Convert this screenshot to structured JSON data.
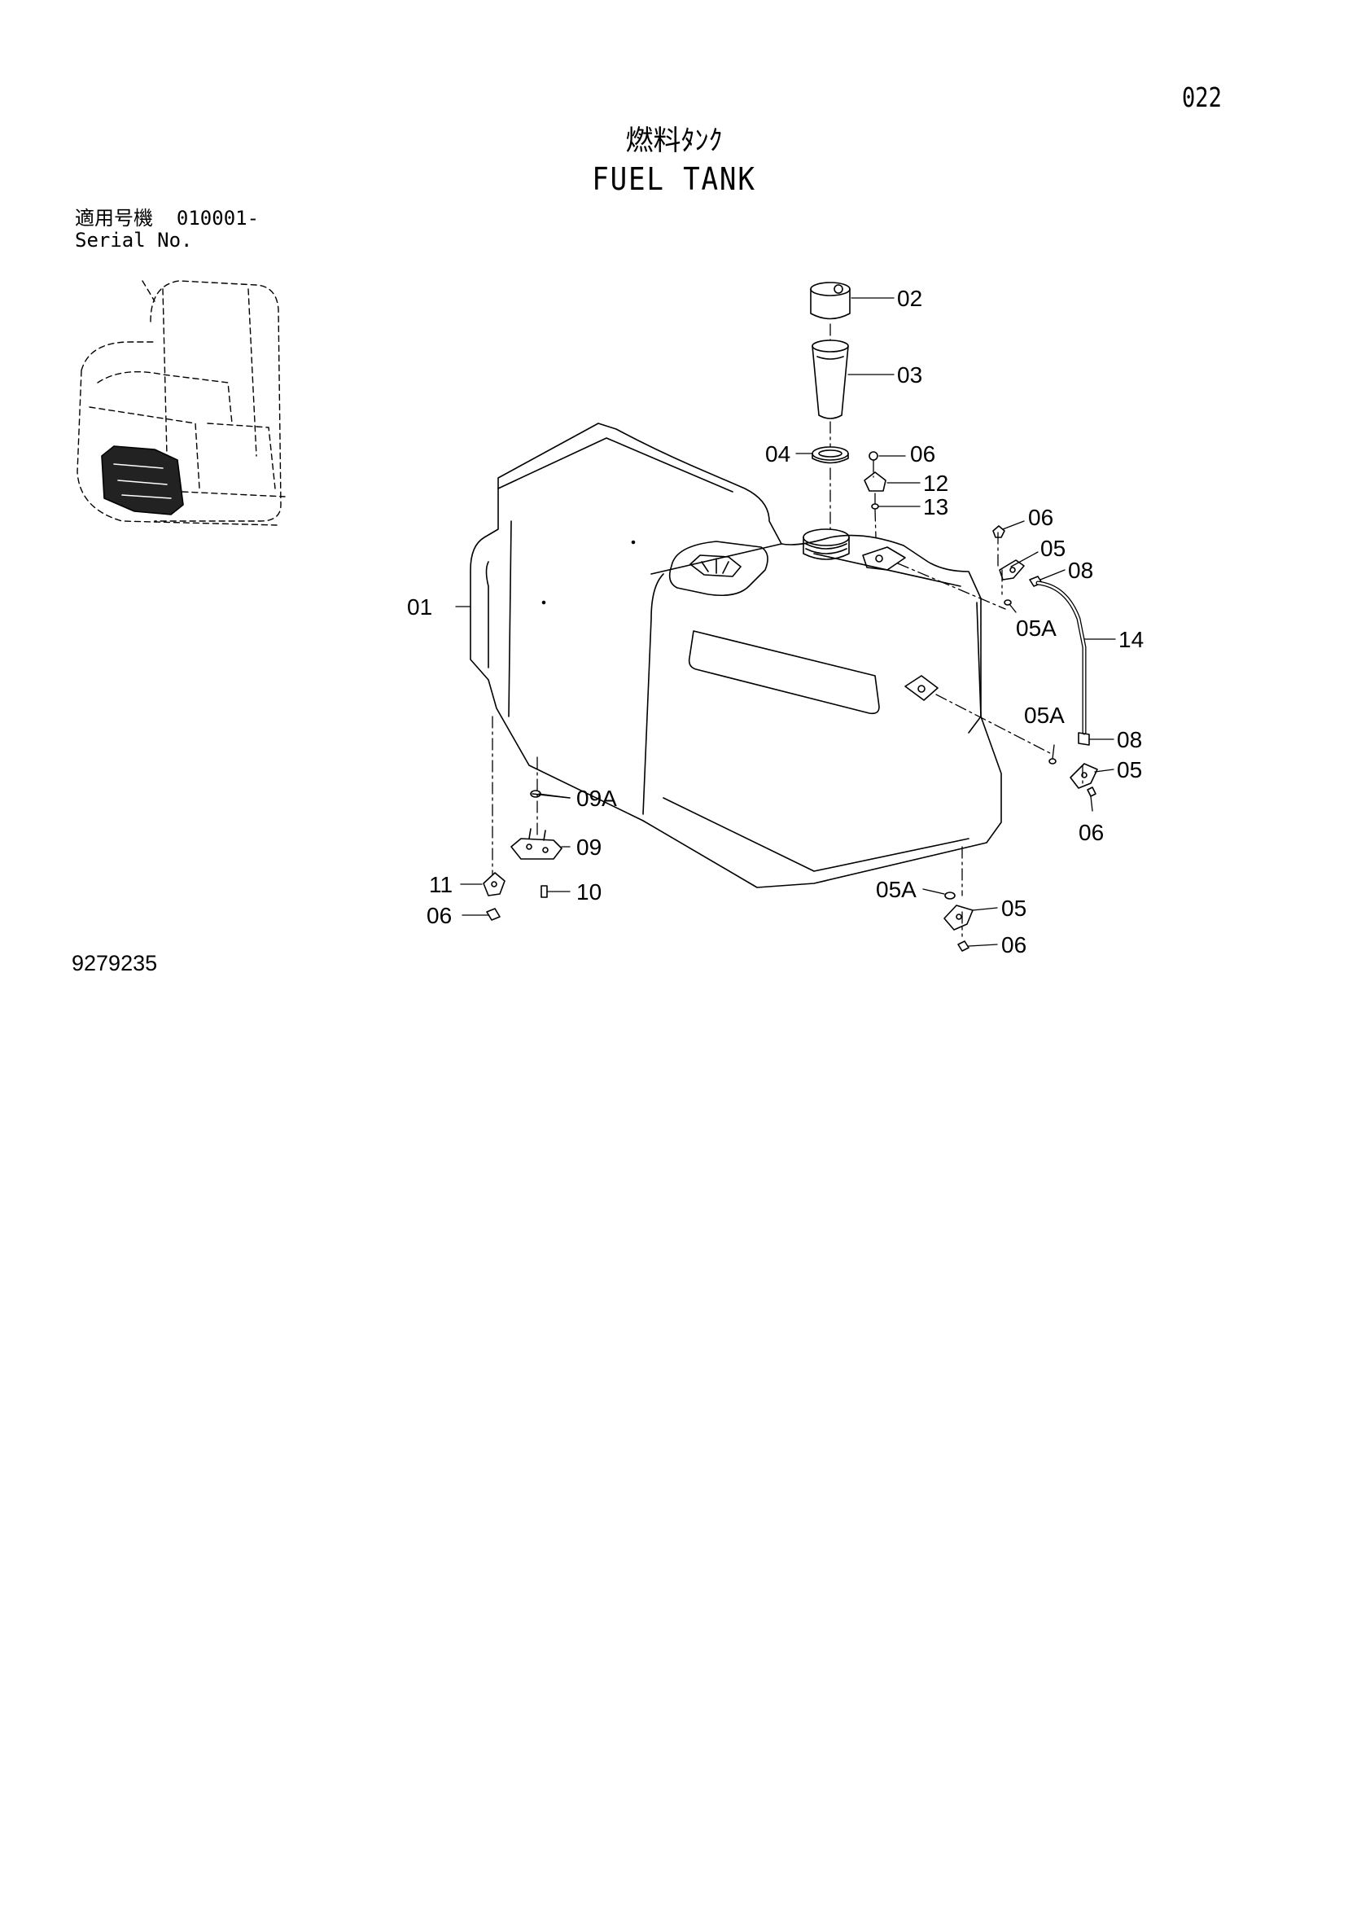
{
  "header": {
    "page_number": "022",
    "title_jp": "燃料ﾀﾝｸ",
    "title_en": "FUEL TANK"
  },
  "serial": {
    "label_jp": "適用号機",
    "range": "010001-",
    "label_en": "Serial No."
  },
  "footer": {
    "document_number": "9279235"
  },
  "callouts": {
    "p01": "01",
    "p02": "02",
    "p03": "03",
    "p04": "04",
    "p06_top": "06",
    "p12": "12",
    "p13": "13",
    "p06_right_top": "06",
    "p05_right_top": "05",
    "p08_top": "08",
    "p05A_right_top": "05A",
    "p14": "14",
    "p05A_right_mid": "05A",
    "p08_bottom": "08",
    "p05_right_mid": "05",
    "p06_right_mid": "06",
    "p09A": "09A",
    "p09": "09",
    "p10": "10",
    "p11": "11",
    "p06_left_bottom": "06",
    "p05A_bottom": "05A",
    "p05_bottom": "05",
    "p06_bottom": "06"
  }
}
